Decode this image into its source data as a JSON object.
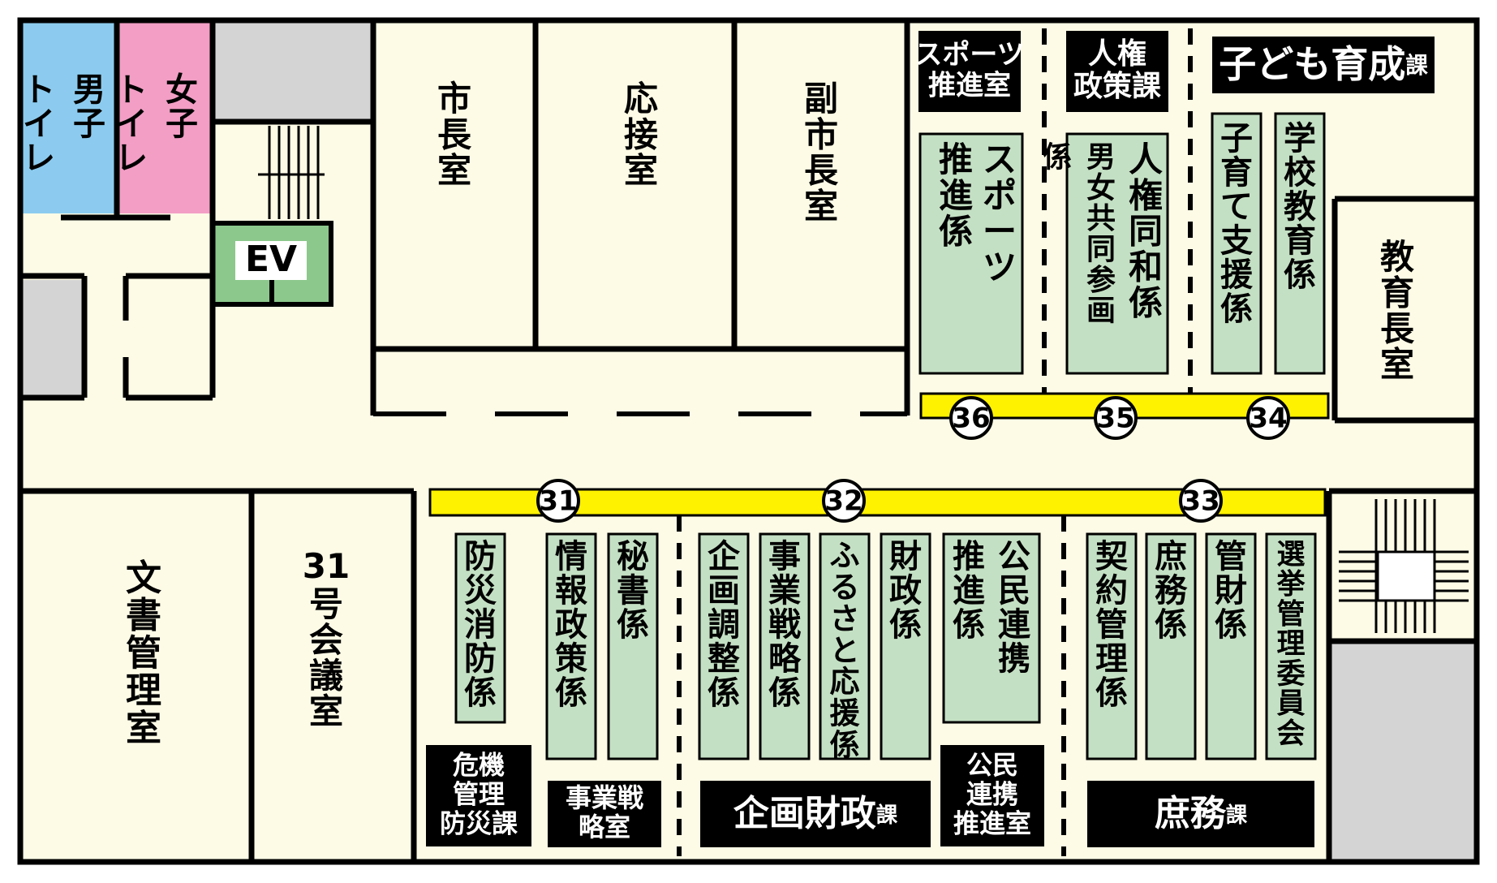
{
  "colors": {
    "floor": "#fdfbe6",
    "wall": "#000000",
    "desk": "#c4e0c4",
    "counter": "#fff200",
    "mens": "#8ccbef",
    "womens": "#f29ec5",
    "elevator": "#8cc88c",
    "gray": "#d4d4d4",
    "label_bg": "#000000",
    "label_fg": "#ffffff"
  },
  "rooms": {
    "mens_toilet": "男子トイレ",
    "womens_toilet": "女子トイレ",
    "elevator": "EV",
    "mayor": "市長室",
    "reception": "応接室",
    "vice_mayor": "副市長室",
    "education_chief": "教育長室",
    "documents": "文書管理室",
    "meeting31": "31号会議室"
  },
  "departments": {
    "sports_office": "スポーツ推進室",
    "human_rights": "人権政策課",
    "child_dev": {
      "main": "子ども育成",
      "suffix": "課"
    },
    "crisis": "危機管理防災課",
    "business_strategy": "事業戦略室",
    "planning_finance": {
      "main": "企画財政",
      "suffix": "課"
    },
    "public_private": "公民連携推進室",
    "general_affairs": {
      "main": "庶務",
      "suffix": "課"
    }
  },
  "desks": {
    "sports_promo": "スポーツ推進係",
    "human_rights_dowa": "人権同和係",
    "gender_equality": "男女共同参画係",
    "child_support": "子育て支援係",
    "school_edu": "学校教育係",
    "disaster": "防災消防係",
    "info_policy": "情報政策係",
    "secretary": "秘書係",
    "planning": "企画調整係",
    "strategy": "事業戦略係",
    "furusato": "ふるさと応援係",
    "finance": "財政係",
    "public_private_promo": "公民連携推進係",
    "contracts": "契約管理係",
    "general": "庶務係",
    "property": "管財係",
    "election": "選挙管理委員会"
  },
  "counters": [
    "31",
    "32",
    "33",
    "34",
    "35",
    "36"
  ]
}
